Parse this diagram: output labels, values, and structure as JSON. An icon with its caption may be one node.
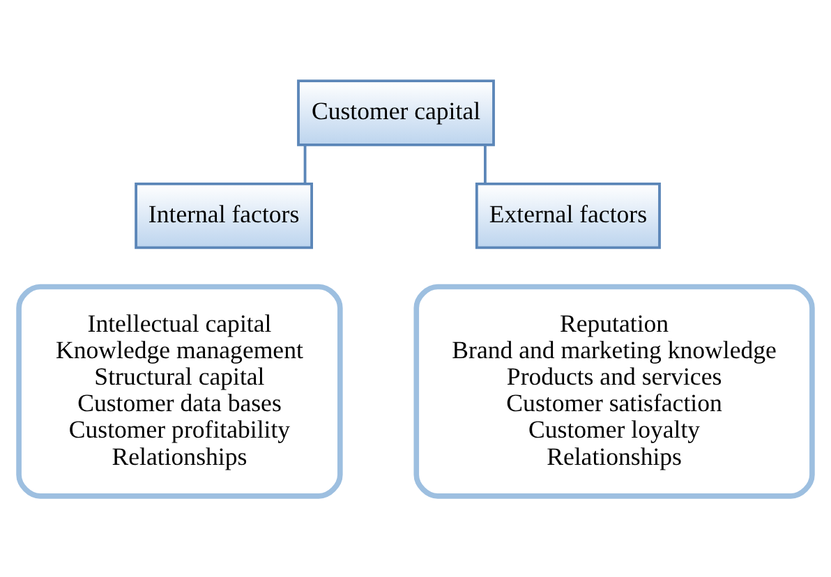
{
  "diagram": {
    "nodes": [
      {
        "text": [
          "Customer capital"
        ]
      },
      {
        "text": [
          "Internal factors"
        ]
      },
      {
        "text": [
          "External factors"
        ]
      },
      {
        "text": [
          "Intellectual capital",
          "Knowledge management",
          "Structural capital",
          "Customer data bases",
          "Customer profitability",
          "Relationships"
        ]
      },
      {
        "text": [
          "Reputation",
          "Brand and marketing knowledge",
          "Products and services",
          "Customer satisfaction",
          "Customer loyalty",
          "Relationships"
        ]
      }
    ],
    "edges": [
      {
        "from": 0,
        "to": 1,
        "arrow": "none"
      },
      {
        "from": 0,
        "to": 2,
        "arrow": "none"
      }
    ]
  }
}
